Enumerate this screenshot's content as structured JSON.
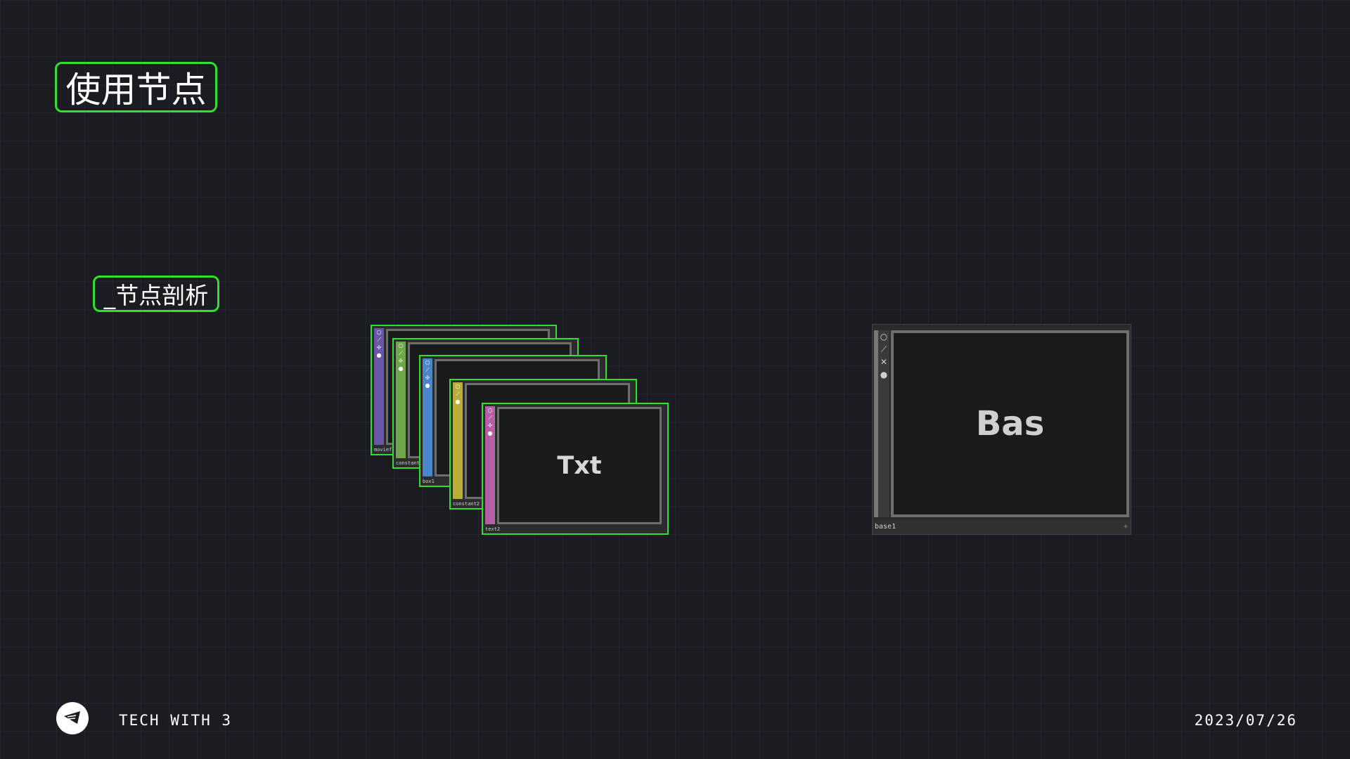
{
  "slide": {
    "title": "使用节点",
    "subtitle": "_节点剖析"
  },
  "colors": {
    "accent": "#2fe02c",
    "background": "#1b1c21"
  },
  "node_stack": [
    {
      "label": "moviefi",
      "color": "#6b57a8",
      "icons": [
        "circle-icon",
        "pin-icon",
        "move-icon",
        "dot-icon"
      ]
    },
    {
      "label": "constant1",
      "color": "#6fa84a",
      "icons": [
        "circle-icon",
        "pin-icon",
        "move-icon",
        "dot-icon"
      ]
    },
    {
      "label": "box1",
      "color": "#4a86c8",
      "icons": [
        "circle-icon",
        "pin-icon",
        "move-icon",
        "dot-icon"
      ]
    },
    {
      "label": "constant2",
      "color": "#b8ae3c",
      "icons": [
        "circle-icon",
        "pin-icon",
        "dot-icon"
      ]
    },
    {
      "label": "text2",
      "color": "#b75ea8",
      "icons": [
        "circle-icon",
        "pin-icon",
        "move-icon",
        "dot-icon"
      ],
      "viewer_text": "Txt"
    }
  ],
  "base_node": {
    "label": "base1",
    "viewer_text": "Bas",
    "icons": [
      "circle-icon",
      "pin-icon",
      "close-icon",
      "clone-icon"
    ]
  },
  "footer": {
    "brand": "TECH WITH 3",
    "date": "2023/07/26"
  }
}
